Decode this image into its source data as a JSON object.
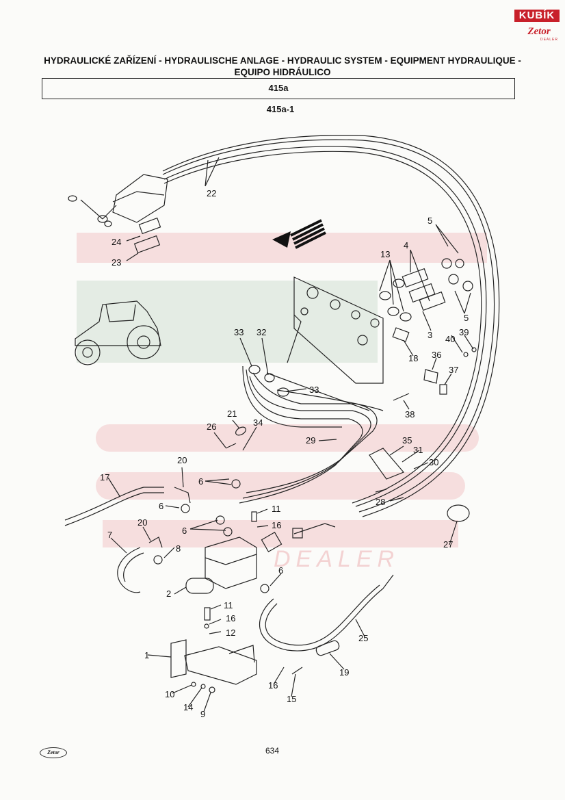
{
  "header": {
    "title_line1": "HYDRAULICKÉ ZAŘÍZENÍ - HYDRAULISCHE ANLAGE - HYDRAULIC SYSTEM - EQUIPMENT HYDRAULIQUE -",
    "title_line2": "EQUIPO HIDRÁULICO",
    "section": "415a",
    "figure": "415a-1"
  },
  "logo": {
    "top": "KUBÍK",
    "brand": "Zetor",
    "dealer": "DEALER"
  },
  "footer": {
    "page_number": "634",
    "logo_text": "Zetor"
  },
  "watermark": {
    "text": "DEALER"
  },
  "part_labels": [
    "1",
    "2",
    "3",
    "4",
    "5",
    "5",
    "6",
    "6",
    "6",
    "6",
    "7",
    "8",
    "9",
    "10",
    "11",
    "11",
    "12",
    "13",
    "14",
    "15",
    "16",
    "16",
    "16",
    "17",
    "18",
    "19",
    "20",
    "20",
    "21",
    "22",
    "23",
    "24",
    "25",
    "26",
    "27",
    "28",
    "29",
    "30",
    "31",
    "32",
    "33",
    "33",
    "34",
    "35",
    "36",
    "37",
    "38",
    "39",
    "40"
  ],
  "colors": {
    "brand_red": "#c8202a",
    "watermark_red": "#f6dede",
    "watermark_green": "#e4ece4"
  }
}
